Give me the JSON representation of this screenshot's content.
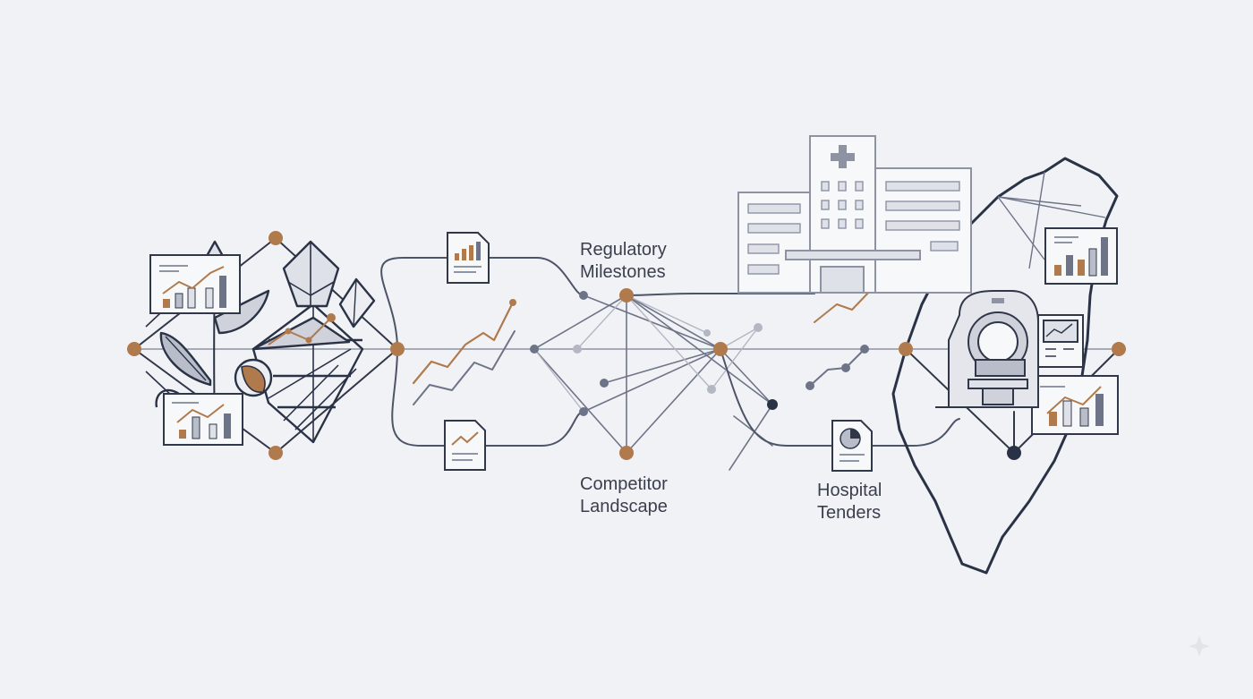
{
  "labels": {
    "regulatory_line1": "Regulatory",
    "regulatory_line2": "Milestones",
    "competitor_line1": "Competitor",
    "competitor_line2": "Landscape",
    "hospital_line1": "Hospital",
    "hospital_line2": "Tenders"
  },
  "colors": {
    "background": "#f1f2f6",
    "line": "#2f3748",
    "line_light": "#8d93a3",
    "accent": "#b07a4c",
    "fill_light": "#dfe1e8",
    "fill_mid": "#b9bdc9",
    "dark_node": "#2a3246"
  },
  "icons": [
    "leaf-icon",
    "chart-card-icon",
    "document-icon",
    "hospital-building-icon",
    "medical-cross-icon",
    "mri-scanner-icon",
    "monitor-icon",
    "island-map-icon"
  ]
}
